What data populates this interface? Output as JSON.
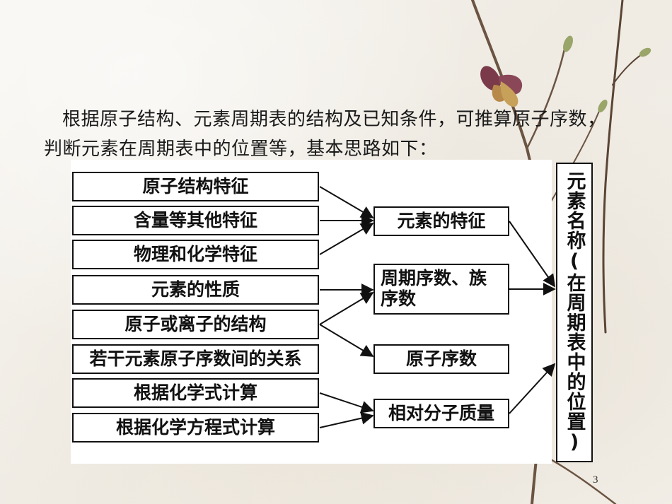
{
  "intro_text": "根据原子结构、元素周期表的结构及已知条件，可推算原子序数，判断元素在周期表中的位置等，基本思路如下：",
  "left_boxes": [
    "原子结构特征",
    "含量等其他特征",
    "物理和化学特征",
    "元素的性质",
    "原子或离子的结构",
    "若干元素原子序数间的关系",
    "根据化学式计算",
    "根据化学方程式计算"
  ],
  "middle_boxes": [
    "元素的特征",
    "周期序数、族序数",
    "原子序数",
    "相对分子质量"
  ],
  "result_box": "元素名称(在周期表中的位置)",
  "page_number": "3"
}
